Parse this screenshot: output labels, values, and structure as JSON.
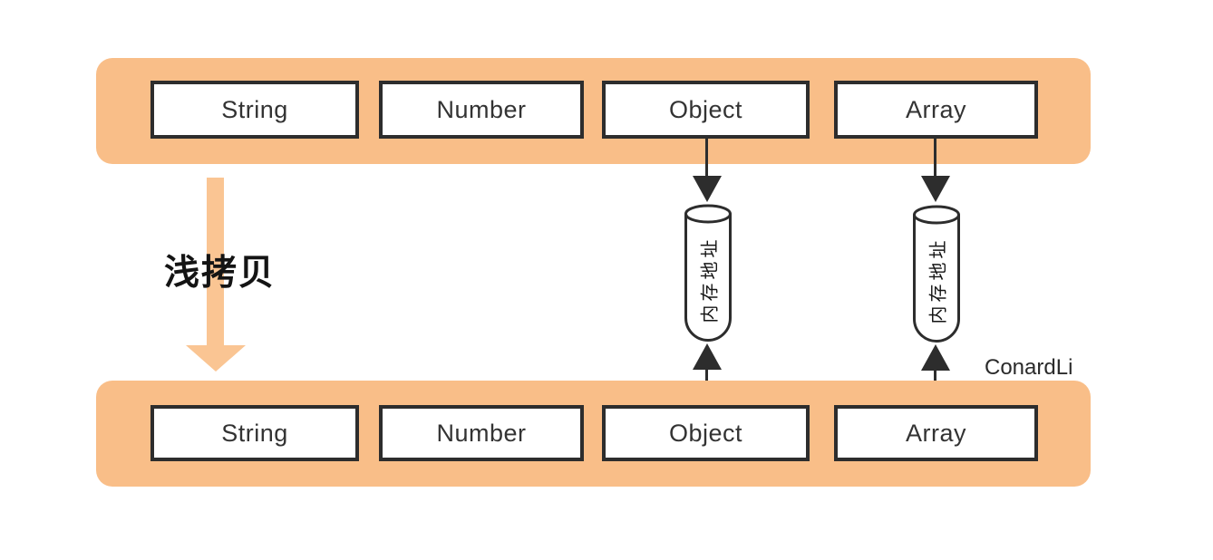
{
  "diagram": {
    "copy_arrow_label": "浅拷贝",
    "watermark": "ConardLi",
    "rows": {
      "top": {
        "items": [
          {
            "label": "String"
          },
          {
            "label": "Number"
          },
          {
            "label": "Object"
          },
          {
            "label": "Array"
          }
        ]
      },
      "bottom": {
        "items": [
          {
            "label": "String"
          },
          {
            "label": "Number"
          },
          {
            "label": "Object"
          },
          {
            "label": "Array"
          }
        ]
      }
    },
    "cylinders": [
      {
        "label": "内存地址"
      },
      {
        "label": "内存地址"
      }
    ],
    "colors": {
      "bar_orange": "#F9BE88",
      "copy_arrow_orange": "#FAC593",
      "box_border": "#2d2d2d",
      "connector": "#2d2d2d",
      "text": "#333333"
    }
  }
}
